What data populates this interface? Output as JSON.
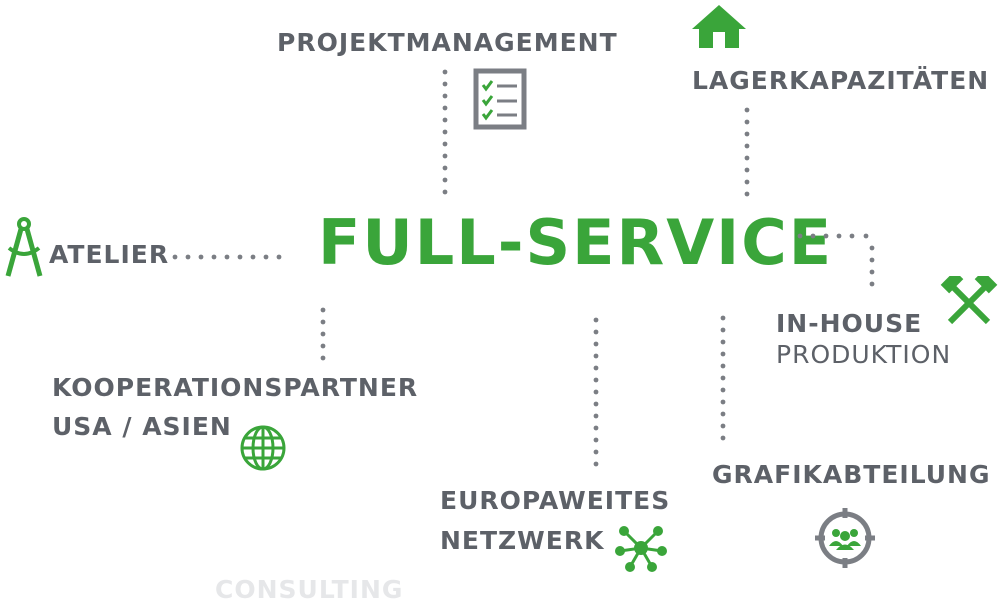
{
  "center": {
    "label": "FULL-SERVICE"
  },
  "nodes": {
    "projektmanagement": "PROJEKTMANAGEMENT",
    "lagerkapazitaeten": "LAGERKAPAZITÄTEN",
    "atelier": "ATELIER",
    "inhouse_line1": "IN-HOUSE",
    "inhouse_line2": "PRODUKTION",
    "kooperation_line1": "KOOPERATIONSPARTNER",
    "kooperation_line2": "USA / ASIEN",
    "europa_line1": "EUROPAWEITES",
    "europa_line2": "NETZWERK",
    "grafik": "GRAFIKABTEILUNG",
    "faded_bottom": "CONSULTING"
  },
  "icons": {
    "projektmanagement": "checklist-icon",
    "lagerkapazitaeten": "warehouse-house-icon",
    "atelier": "compass-icon",
    "inhouse": "hammer-wrench-icon",
    "kooperation": "globe-icon",
    "europa": "network-nodes-icon",
    "grafik": "team-target-icon"
  },
  "colors": {
    "green": "#3aa53a",
    "text": "#5d6168",
    "dots": "#7b7e84"
  }
}
